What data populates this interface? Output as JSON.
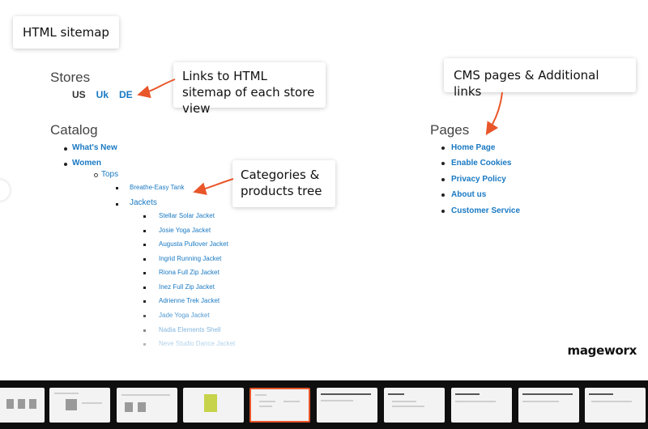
{
  "title": "HTML sitemap",
  "callouts": {
    "stores": "Links to HTML sitemap of each store view",
    "cms": "CMS pages & Additional links",
    "categories": "Categories & products tree"
  },
  "stores": {
    "title": "Stores",
    "items": [
      "US",
      "Uk",
      "DE"
    ]
  },
  "catalog": {
    "title": "Catalog",
    "whats_new": "What's New",
    "women": "Women",
    "tops": "Tops",
    "tank": "Breathe-Easy Tank",
    "jackets": "Jackets",
    "products": [
      "Stellar Solar Jacket",
      "Josie Yoga Jacket",
      "Augusta Pullover Jacket",
      "Ingrid Running Jacket",
      "Riona Full Zip Jacket",
      "Inez Full Zip Jacket",
      "Adrienne Trek Jacket",
      "Jade Yoga Jacket",
      "Nadia Elements Shell",
      "Neve Studio Dance Jacket"
    ]
  },
  "pages": {
    "title": "Pages",
    "items": [
      "Home Page",
      "Enable Cookies",
      "Privacy Policy",
      "About us",
      "Customer Service"
    ]
  },
  "brand": "mageworx",
  "colors": {
    "link": "#1979c3",
    "arrow": "#e8562a",
    "strip": "#0f0f0f"
  }
}
